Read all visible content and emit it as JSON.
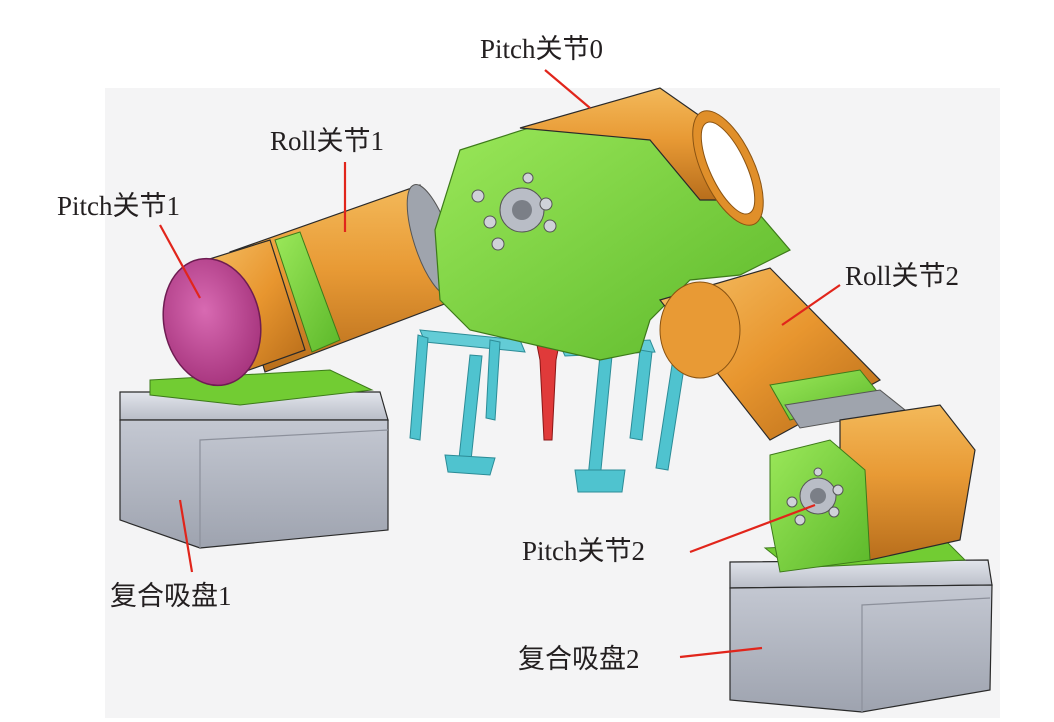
{
  "labels": {
    "pitch0": "Pitch关节0",
    "roll1": "Roll关节1",
    "pitch1": "Pitch关节1",
    "roll2": "Roll关节2",
    "pitch2": "Pitch关节2",
    "suction1": "复合吸盘1",
    "suction2": "复合吸盘2"
  },
  "colors": {
    "link_orange": "#e8a03a",
    "frame_green": "#7ed63c",
    "end_cap_magenta": "#c2509a",
    "suction_grey": "#a9adb8",
    "leg_cyan": "#4fc3cf",
    "tool_red": "#e03a3a",
    "leader_red": "#e1251b"
  }
}
